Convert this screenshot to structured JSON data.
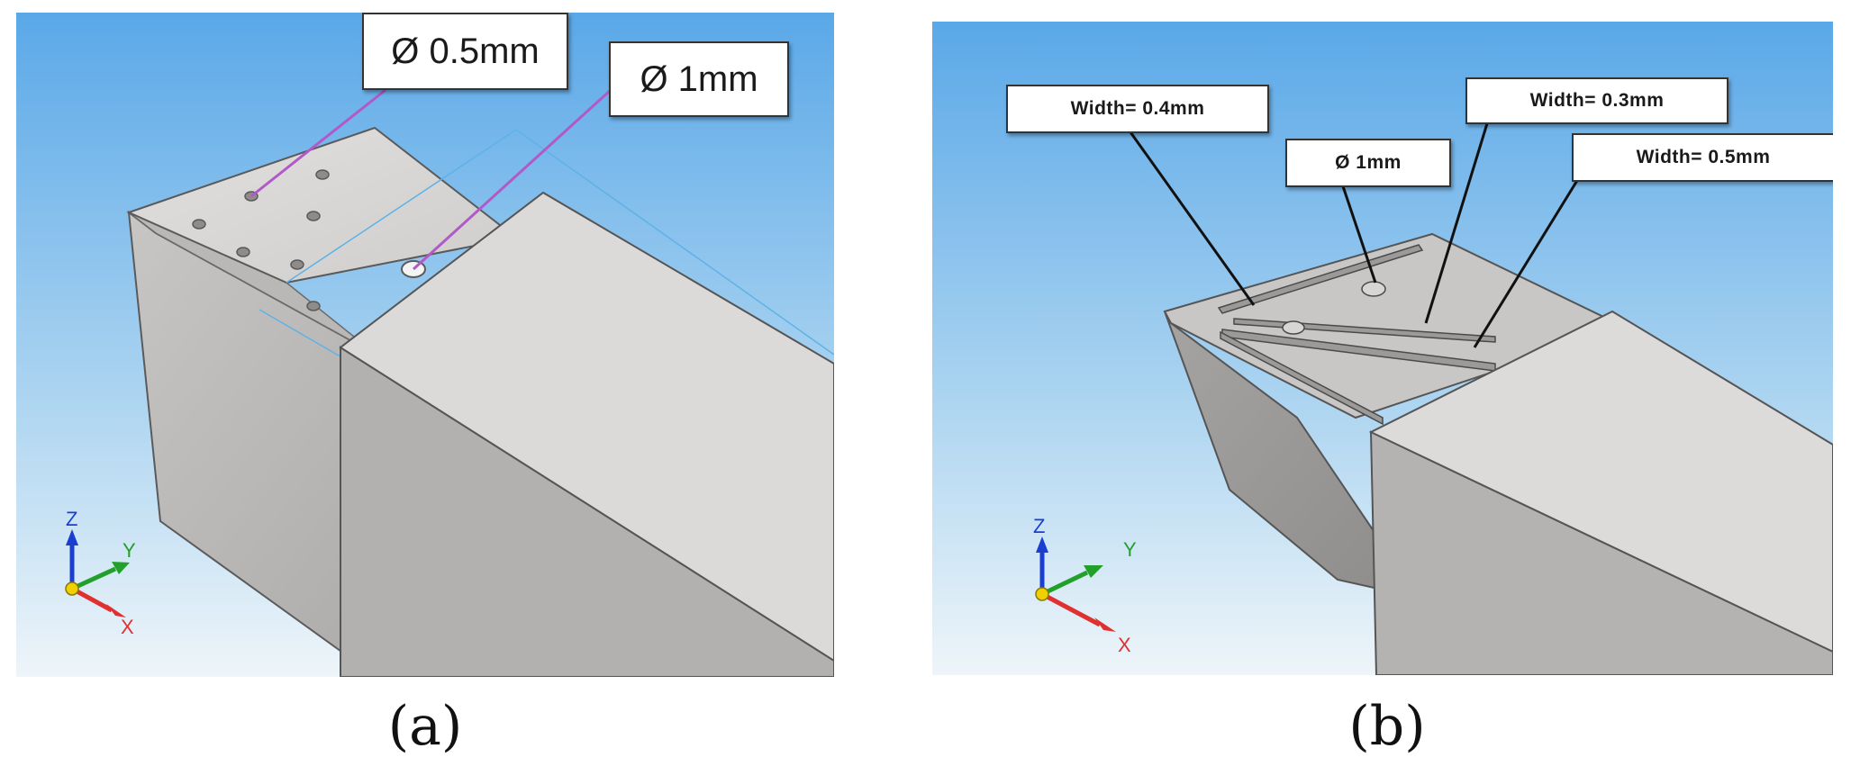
{
  "colors": {
    "sky_top": "#5aa8e8",
    "sky_bottom": "#eef5f9",
    "leader_a": "#b05ac8",
    "leader_b": "#111111",
    "axis_x": "#e03030",
    "axis_y": "#22a02a",
    "axis_z": "#1a3fd0",
    "axis_origin": "#f0d000"
  },
  "panel_a": {
    "caption": "(a)",
    "labels": {
      "hole_small": "Ø 0.5mm",
      "hole_large": "Ø 1mm"
    },
    "axes": {
      "x": "X",
      "y": "Y",
      "z": "Z"
    }
  },
  "panel_b": {
    "caption": "(b)",
    "labels": {
      "width_04": "Width= 0.4mm",
      "hole_1": "Ø 1mm",
      "width_03": "Width= 0.3mm",
      "width_05": "Width= 0.5mm"
    },
    "axes": {
      "x": "X",
      "y": "Y",
      "z": "Z"
    }
  }
}
